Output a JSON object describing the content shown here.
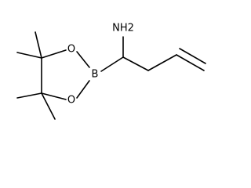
{
  "molecule": {
    "atoms": {
      "amine": "NH2",
      "oxygen_top": "O",
      "oxygen_bottom": "O",
      "boron": "B"
    }
  }
}
